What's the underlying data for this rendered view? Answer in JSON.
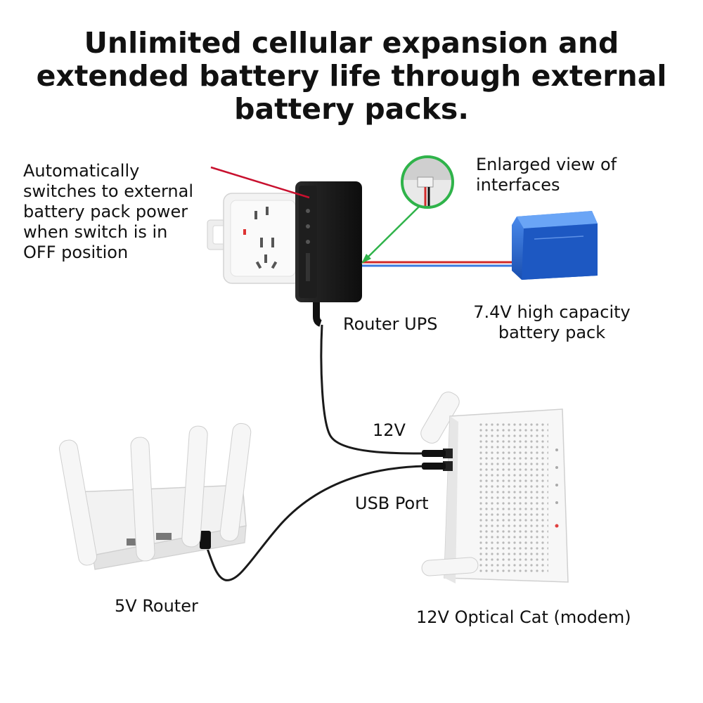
{
  "title": {
    "lines": [
      "Unlimited cellular expansion and",
      "extended battery life through external",
      "battery packs."
    ]
  },
  "labels": {
    "auto_switch": {
      "lines": [
        "Automatically",
        "switches to external",
        "battery pack power",
        "when switch is in",
        "OFF position"
      ]
    },
    "enlarged_view": {
      "lines": [
        "Enlarged view of",
        "interfaces"
      ]
    },
    "router_ups": "Router UPS",
    "battery_pack": {
      "lines": [
        "7.4V high capacity",
        "battery pack"
      ]
    },
    "voltage_12v": "12V",
    "usb_port": "USB Port",
    "router_5v": "5V Router",
    "modem_12v": "12V Optical Cat (modem)"
  },
  "colors": {
    "pointer_red": "#c8102e",
    "pointer_green": "#2fb34a",
    "battery_blue": "#1f5fc8",
    "wire_red": "#d22a2a",
    "wire_blue": "#3a7be0",
    "cable": "#1a1a1a"
  }
}
